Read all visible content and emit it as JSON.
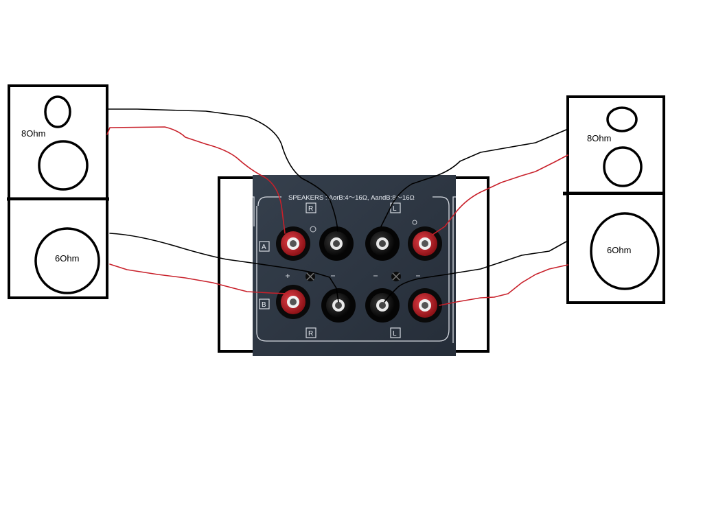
{
  "speakers": {
    "left_top_label": "8Ohm",
    "left_bottom_label": "6Ohm",
    "right_top_label": "8Ohm",
    "right_bottom_label": "6Ohm"
  },
  "panel": {
    "header_text": "SPEAKERS : AorB:4～16Ω, AandB:8～16Ω",
    "row_a_label": "A",
    "row_b_label": "B",
    "top_right_channel": "R",
    "top_left_channel": "L",
    "bottom_right_channel": "R",
    "bottom_left_channel": "L"
  },
  "colors": {
    "positive_wire": "#c8202a",
    "negative_wire": "#000000",
    "panel_background": "#2f3845",
    "red_terminal": "#c21f25",
    "black_terminal": "#111111"
  }
}
